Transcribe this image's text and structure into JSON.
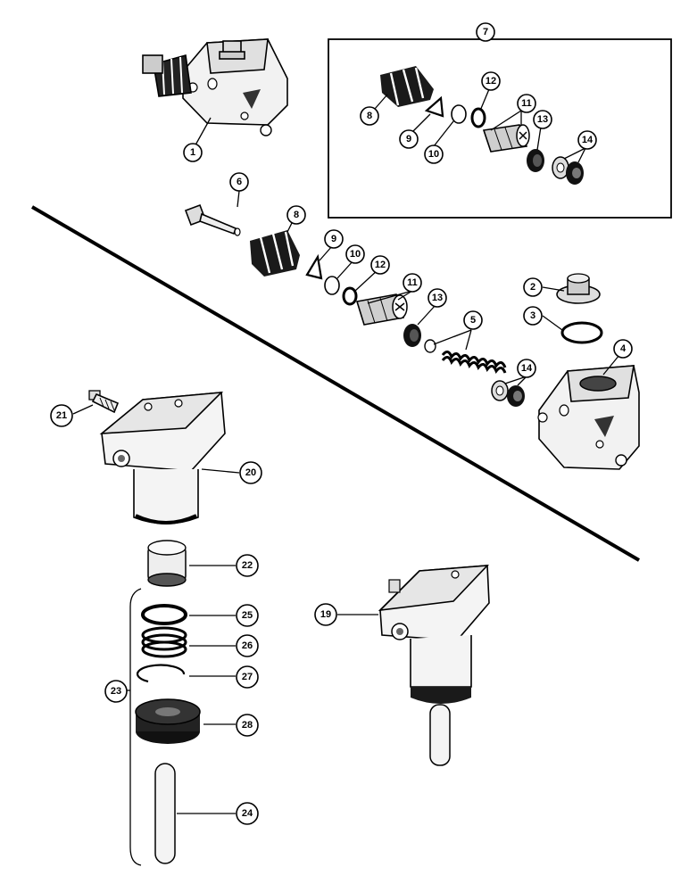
{
  "diagram": {
    "callouts": [
      {
        "id": "c1",
        "label": "1"
      },
      {
        "id": "c2",
        "label": "2"
      },
      {
        "id": "c3",
        "label": "3"
      },
      {
        "id": "c4",
        "label": "4"
      },
      {
        "id": "c5",
        "label": "5"
      },
      {
        "id": "c6",
        "label": "6"
      },
      {
        "id": "c7",
        "label": "7"
      },
      {
        "id": "c8a",
        "label": "8"
      },
      {
        "id": "c9a",
        "label": "9"
      },
      {
        "id": "c10a",
        "label": "10"
      },
      {
        "id": "c11a",
        "label": "11"
      },
      {
        "id": "c12a",
        "label": "12"
      },
      {
        "id": "c13a",
        "label": "13"
      },
      {
        "id": "c14a",
        "label": "14"
      },
      {
        "id": "c8b",
        "label": "8"
      },
      {
        "id": "c9b",
        "label": "9"
      },
      {
        "id": "c10b",
        "label": "10"
      },
      {
        "id": "c11b",
        "label": "11"
      },
      {
        "id": "c12b",
        "label": "12"
      },
      {
        "id": "c13b",
        "label": "13"
      },
      {
        "id": "c14b",
        "label": "14"
      },
      {
        "id": "c19",
        "label": "19"
      },
      {
        "id": "c20",
        "label": "20"
      },
      {
        "id": "c21",
        "label": "21"
      },
      {
        "id": "c22",
        "label": "22"
      },
      {
        "id": "c23",
        "label": "23"
      },
      {
        "id": "c24",
        "label": "24"
      },
      {
        "id": "c25",
        "label": "25"
      },
      {
        "id": "c26",
        "label": "26"
      },
      {
        "id": "c27",
        "label": "27"
      },
      {
        "id": "c28",
        "label": "28"
      }
    ]
  }
}
